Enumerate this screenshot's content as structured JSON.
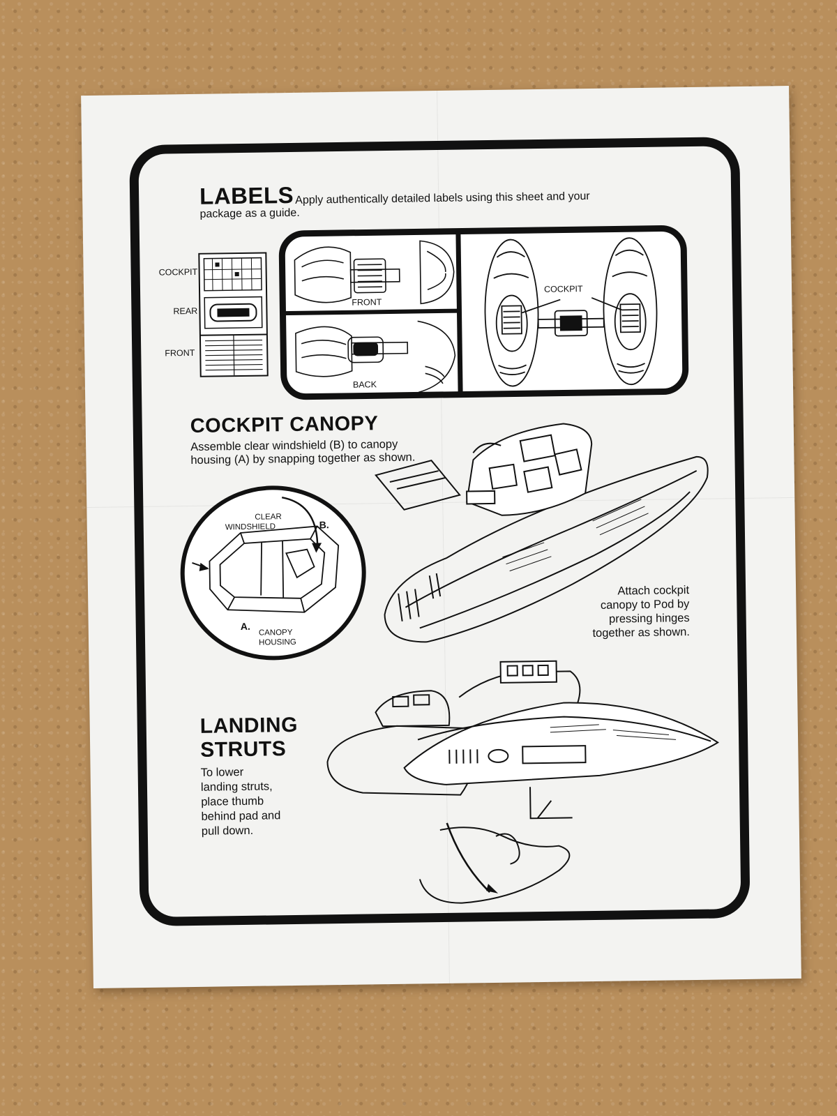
{
  "labels_section": {
    "heading": "LABELS",
    "instruction_line1": "Apply authentically detailed labels using this sheet and your",
    "instruction_line2": "package as a guide.",
    "sheet_cockpit": "COCKPIT",
    "sheet_rear": "REAR",
    "sheet_front": "FRONT",
    "view_front": "FRONT",
    "view_back": "BACK",
    "view_cockpit": "COCKPIT"
  },
  "canopy_section": {
    "heading": "COCKPIT CANOPY",
    "instruction_line1": "Assemble clear windshield (B) to canopy",
    "instruction_line2": "housing (A) by snapping together as shown.",
    "clear_windshield_1": "CLEAR",
    "clear_windshield_2": "WINDSHIELD",
    "part_b": "B.",
    "part_a": "A.",
    "canopy_housing_1": "CANOPY",
    "canopy_housing_2": "HOUSING",
    "attach_line1": "Attach cockpit",
    "attach_line2": "canopy to Pod by",
    "attach_line3": "pressing hinges",
    "attach_line4": "together as shown."
  },
  "struts_section": {
    "heading_line1": "LANDING",
    "heading_line2": "STRUTS",
    "line1": "To lower",
    "line2": "landing struts,",
    "line3": "place thumb",
    "line4": "behind pad and",
    "line5": "pull down."
  }
}
